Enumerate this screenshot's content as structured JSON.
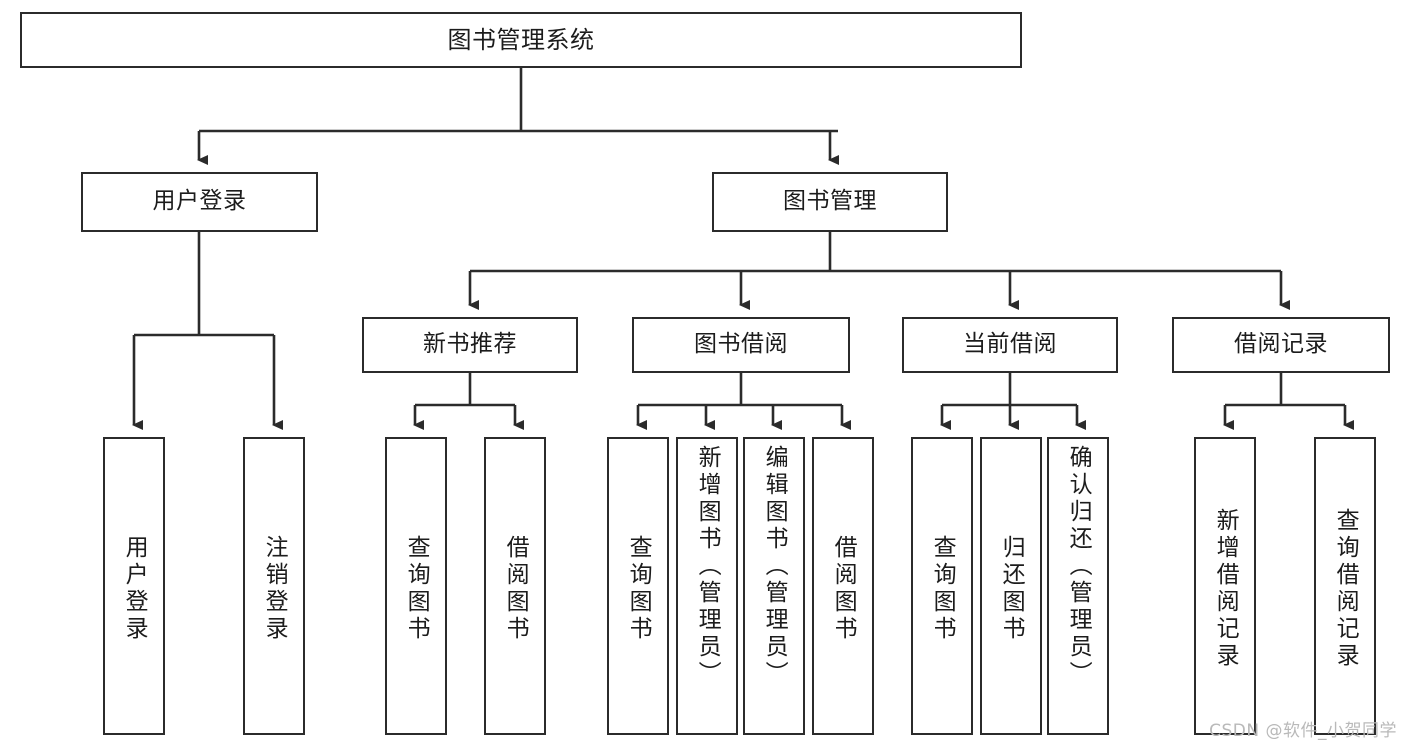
{
  "diagram": {
    "title": "图书管理系统",
    "type": "tree-hierarchy",
    "root": {
      "label": "图书管理系统"
    },
    "level2": [
      {
        "label": "用户登录"
      },
      {
        "label": "图书管理"
      }
    ],
    "level3": [
      {
        "label": "新书推荐"
      },
      {
        "label": "图书借阅"
      },
      {
        "label": "当前借阅"
      },
      {
        "label": "借阅记录"
      }
    ],
    "leaves": {
      "user_login": [
        {
          "label": "用户登录"
        },
        {
          "label": "注销登录"
        }
      ],
      "new_book_recommend": [
        {
          "label": "查询图书"
        },
        {
          "label": "借阅图书"
        }
      ],
      "book_borrow": [
        {
          "label": "查询图书"
        },
        {
          "label": "新增图书（管理员）"
        },
        {
          "label": "编辑图书（管理员）"
        },
        {
          "label": "借阅图书"
        }
      ],
      "current_borrow": [
        {
          "label": "查询图书"
        },
        {
          "label": "归还图书"
        },
        {
          "label": "确认归还（管理员）"
        }
      ],
      "borrow_record": [
        {
          "label": "新增借阅记录"
        },
        {
          "label": "查询借阅记录"
        }
      ]
    }
  },
  "watermark": {
    "text": "CSDN @软件_小贺同学"
  },
  "colors": {
    "stroke": "#2b2b2b",
    "background": "#ffffff",
    "text": "#1c1c1c",
    "watermark": "#b9b9b9"
  }
}
